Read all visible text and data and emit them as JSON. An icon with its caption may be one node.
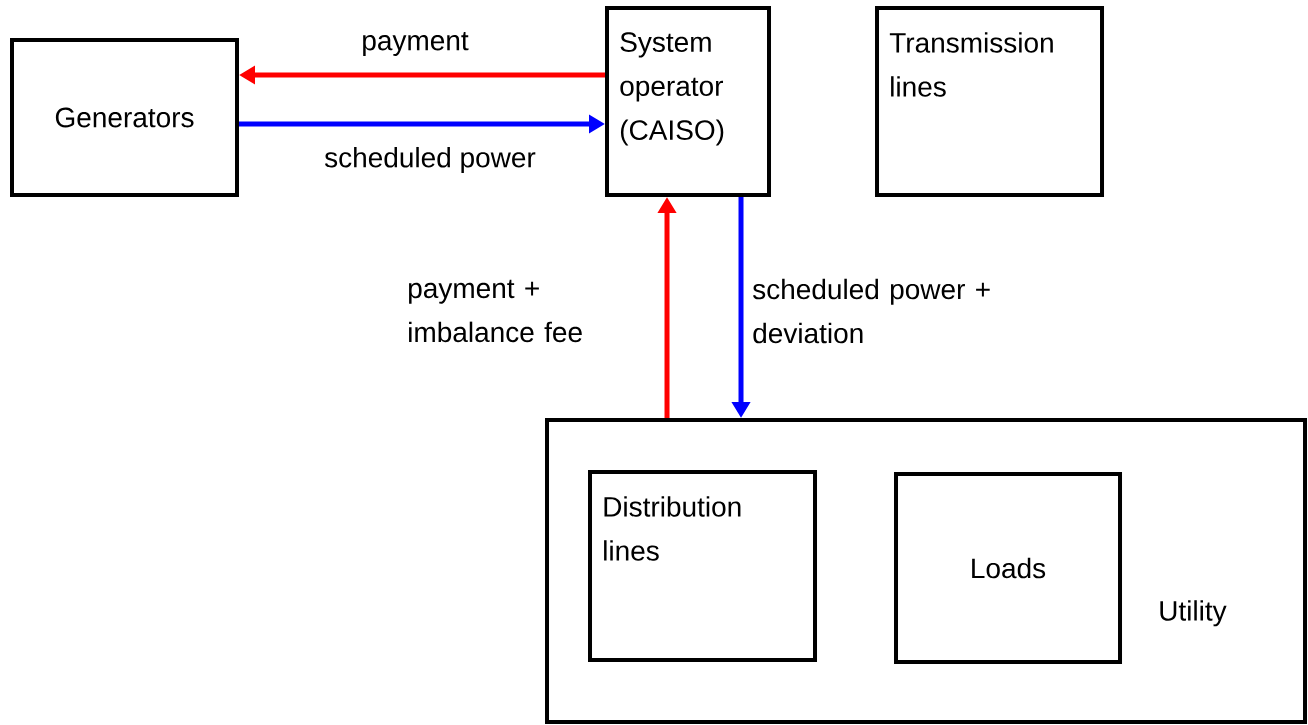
{
  "diagram": {
    "nodes": [
      {
        "text": [
          "Generators"
        ]
      },
      {
        "text": [
          "System operator (CAISO)"
        ]
      },
      {
        "text": [
          "Transmission lines"
        ]
      },
      {
        "text": [
          "Utility"
        ]
      },
      {
        "text": [
          "Distribution lines"
        ],
        "in": 3
      },
      {
        "text": [
          "Loads"
        ],
        "in": 3
      }
    ],
    "edges": [
      {
        "from": 1,
        "to": 0,
        "arrow": "to",
        "label": "payment",
        "color": "#ff0000"
      },
      {
        "from": 0,
        "to": 1,
        "arrow": "to",
        "label": "scheduled power",
        "color": "#0000ff"
      },
      {
        "from": 3,
        "to": 1,
        "arrow": "to",
        "label": "payment + imbalance fee",
        "color": "#ff0000"
      },
      {
        "from": 1,
        "to": 3,
        "arrow": "to",
        "label": "scheduled power + deviation",
        "color": "#0000ff"
      }
    ]
  }
}
